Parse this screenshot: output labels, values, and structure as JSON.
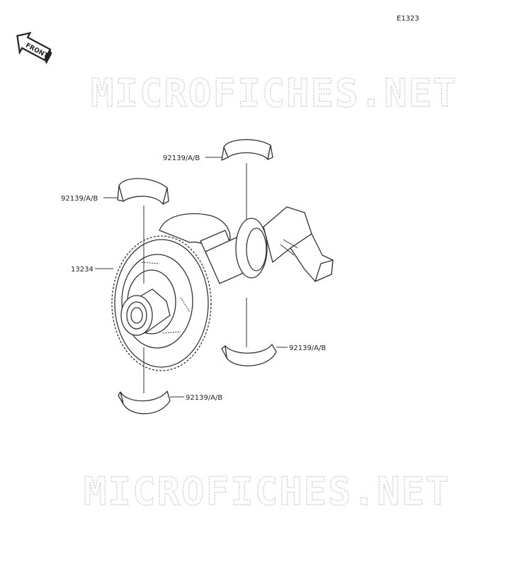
{
  "diagram_code": "E1323",
  "front_badge": "FRONT",
  "watermarks": [
    "MICROFICHES.NET",
    "MICROFICHES.NET"
  ],
  "callouts": [
    {
      "id": "bearing-upper-right",
      "label": "92139/A/B"
    },
    {
      "id": "bearing-upper-left",
      "label": "92139/A/B"
    },
    {
      "id": "balancer-gear",
      "label": "13234"
    },
    {
      "id": "bearing-lower-right",
      "label": "92139/A/B"
    },
    {
      "id": "bearing-lower-left",
      "label": "92139/A/B"
    }
  ]
}
